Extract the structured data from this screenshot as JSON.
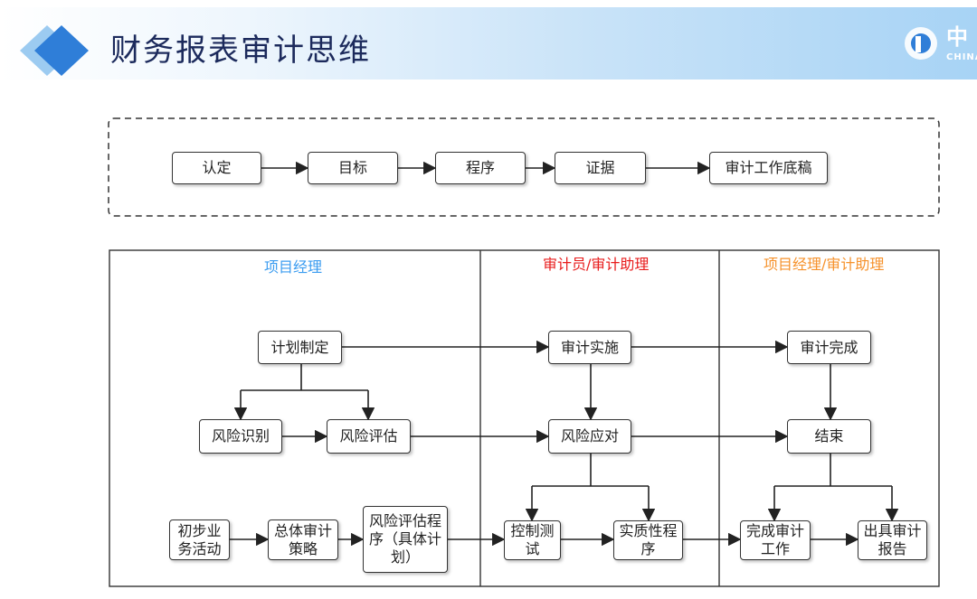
{
  "header": {
    "title": "财务报表审计思维",
    "logo_char": "中",
    "logo_sub": "CHINA",
    "band_color": "#a7d3f5",
    "title_color": "#1c2a5c"
  },
  "flow_top": [
    "认定",
    "目标",
    "程序",
    "证据",
    "审计工作底稿"
  ],
  "lanes": [
    {
      "label": "项目经理",
      "color": "#3b9cf0"
    },
    {
      "label": "审计员/审计助理",
      "color": "#e81c1c"
    },
    {
      "label": "项目经理/审计助理",
      "color": "#f6922c"
    }
  ],
  "nodes": {
    "plan": "计划制定",
    "risk_identify": "风险识别",
    "risk_assess": "风险评估",
    "initial": "初步业务活动",
    "overall": "总体审计策略",
    "risk_program": "风险评估程序（具体计划）",
    "audit_impl": "审计实施",
    "risk_response": "风险应对",
    "control_test": "控制测试",
    "substantive": "实质性程序",
    "audit_done": "审计完成",
    "end": "结束",
    "finish_work": "完成审计工作",
    "report": "出具审计报告"
  },
  "icons": [
    "diamond-logo-icon",
    "company-logo-icon"
  ]
}
